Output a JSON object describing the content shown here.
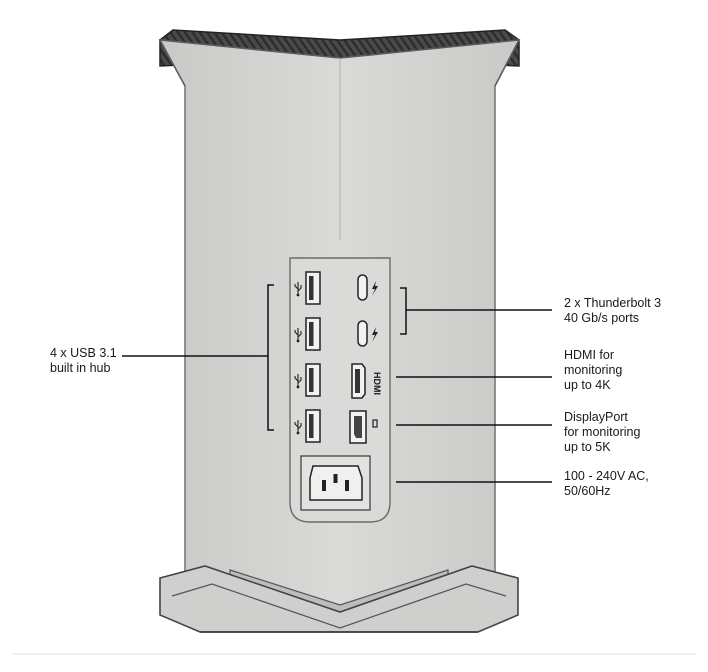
{
  "callouts": {
    "usb": {
      "lines": [
        "4 x USB 3.1",
        "built in hub"
      ]
    },
    "thunderbolt": {
      "lines": [
        "2 x Thunderbolt 3",
        "40 Gb/s ports"
      ]
    },
    "hdmi": {
      "lines": [
        "HDMI for",
        "monitoring",
        "up to 4K"
      ]
    },
    "displayport": {
      "lines": [
        "DisplayPort",
        "for monitoring",
        "up to 5K"
      ]
    },
    "power": {
      "lines": [
        "100 - 240V AC,",
        "50/60Hz"
      ]
    }
  },
  "port_markings": {
    "hdmi_text": "HDMI"
  },
  "icons": [
    "usb-icon",
    "thunderbolt-icon",
    "displayport-icon",
    "ac-power-inlet"
  ],
  "colors": {
    "body": "#d3d3d1",
    "body_edge": "#6e6e6c",
    "panel": "#d9d9d7",
    "cap": "#3f3f3f",
    "base": "#cfcfcd"
  }
}
